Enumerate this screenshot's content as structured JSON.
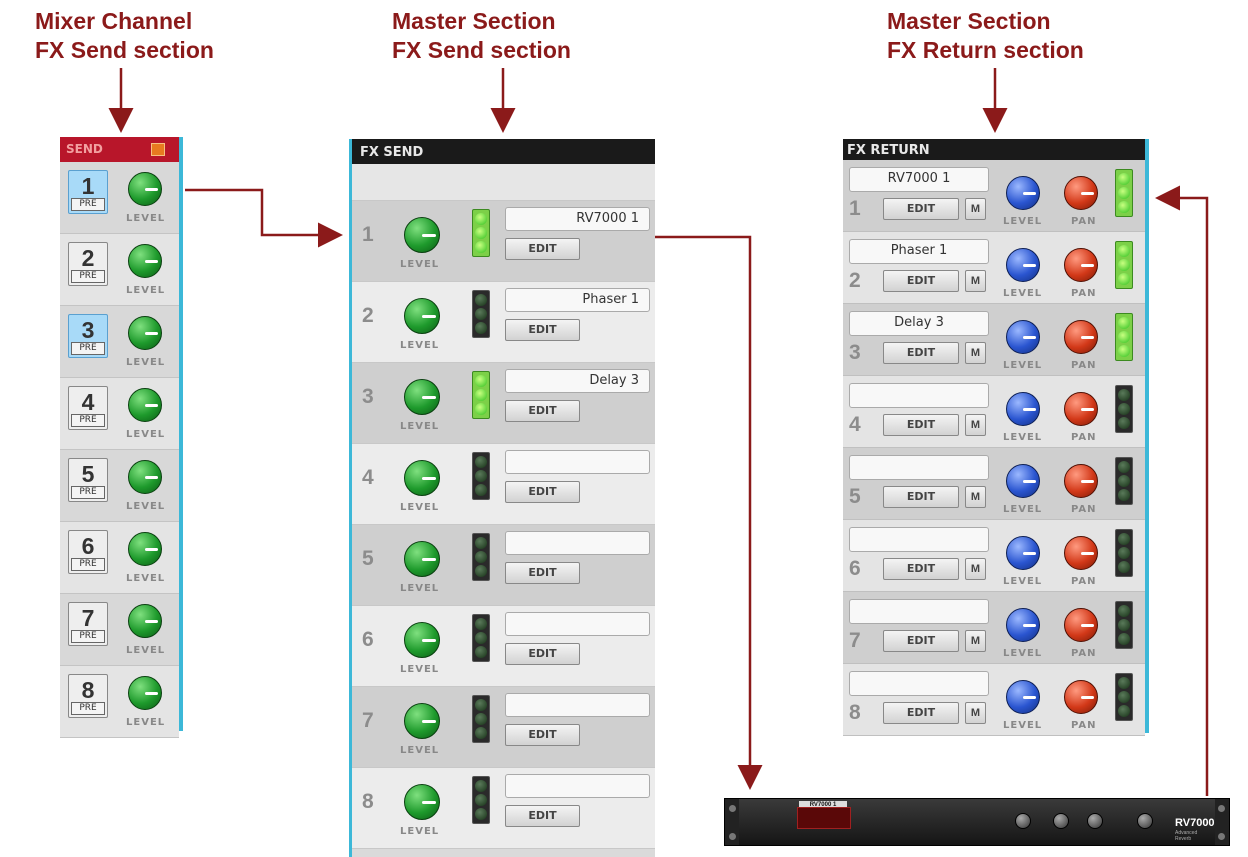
{
  "captions": {
    "channel": {
      "line1": "Mixer Channel",
      "line2": "FX Send section"
    },
    "master_send": {
      "line1": "Master Section",
      "line2": "FX Send section"
    },
    "master_return": {
      "line1": "Master Section",
      "line2": "FX Return section"
    }
  },
  "channel_send": {
    "header": "SEND",
    "level_label": "LEVEL",
    "pre_label": "PRE",
    "rows": [
      {
        "num": "1",
        "pre_active": true
      },
      {
        "num": "2",
        "pre_active": false
      },
      {
        "num": "3",
        "pre_active": true
      },
      {
        "num": "4",
        "pre_active": false
      },
      {
        "num": "5",
        "pre_active": false
      },
      {
        "num": "6",
        "pre_active": false
      },
      {
        "num": "7",
        "pre_active": false
      },
      {
        "num": "8",
        "pre_active": false
      }
    ]
  },
  "fx_send": {
    "header": "FX SEND",
    "level_label": "LEVEL",
    "edit_label": "EDIT",
    "rows": [
      {
        "num": "1",
        "name": "RV7000 1",
        "active": true
      },
      {
        "num": "2",
        "name": "Phaser 1",
        "active": false
      },
      {
        "num": "3",
        "name": "Delay 3",
        "active": true
      },
      {
        "num": "4",
        "name": "",
        "active": false
      },
      {
        "num": "5",
        "name": "",
        "active": false
      },
      {
        "num": "6",
        "name": "",
        "active": false
      },
      {
        "num": "7",
        "name": "",
        "active": false
      },
      {
        "num": "8",
        "name": "",
        "active": false
      }
    ]
  },
  "fx_return": {
    "header": "FX RETURN",
    "level_label": "LEVEL",
    "pan_label": "PAN",
    "edit_label": "EDIT",
    "mute_label": "M",
    "rows": [
      {
        "num": "1",
        "name": "RV7000 1",
        "active": true
      },
      {
        "num": "2",
        "name": "Phaser 1",
        "active": true
      },
      {
        "num": "3",
        "name": "Delay 3",
        "active": true
      },
      {
        "num": "4",
        "name": "",
        "active": false
      },
      {
        "num": "5",
        "name": "",
        "active": false
      },
      {
        "num": "6",
        "name": "",
        "active": false
      },
      {
        "num": "7",
        "name": "",
        "active": false
      },
      {
        "num": "8",
        "name": "",
        "active": false
      }
    ]
  },
  "rack_device": {
    "patch": "RV7000 1",
    "brand": "RV7000",
    "subtitle_line1": "Advanced",
    "subtitle_line2": "Reverb"
  },
  "colors": {
    "caption": "#8b1a1a",
    "arrow": "#8b1a1a",
    "accent_border": "#3cb8d8"
  }
}
